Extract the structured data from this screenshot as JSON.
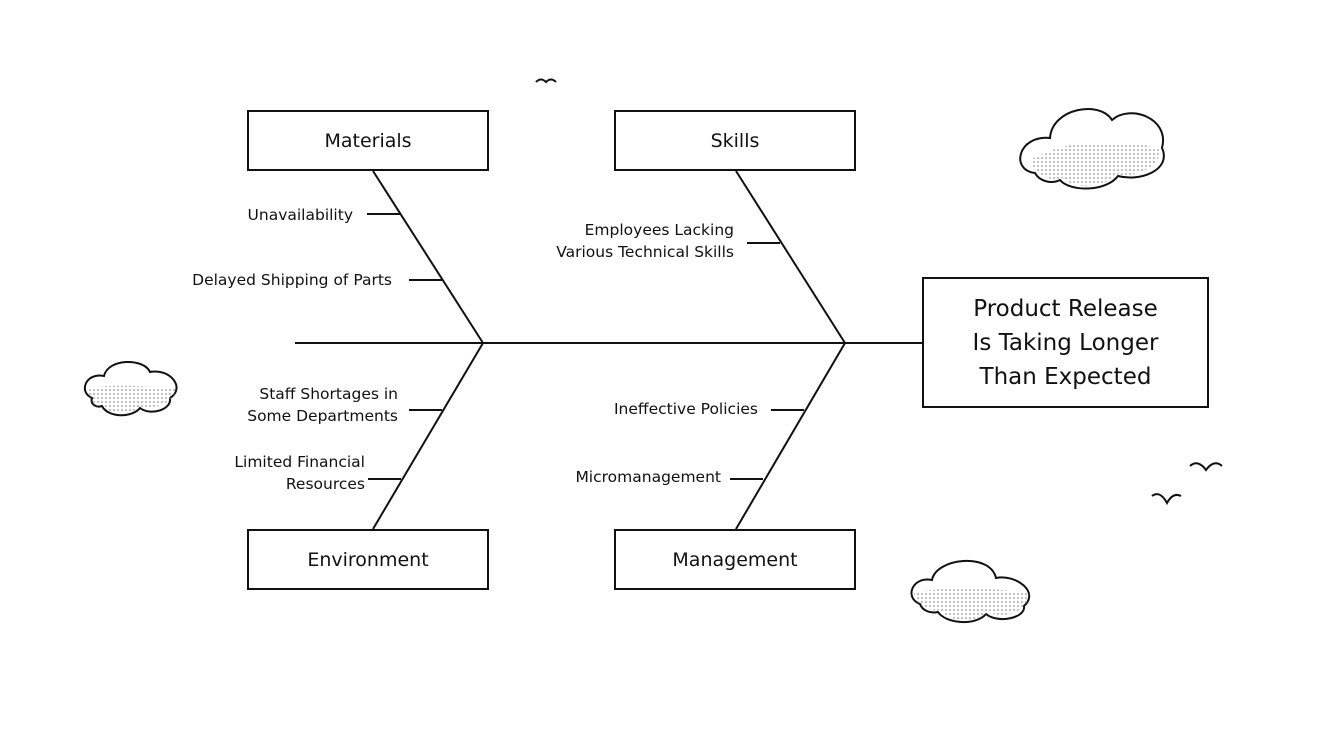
{
  "effect": "Product Release\nIs Taking Longer\n Than Expected",
  "categories": {
    "materials": "Materials",
    "skills": "Skills",
    "environment": "Environment",
    "management": "Management"
  },
  "causes": {
    "materials": [
      "Unavailability",
      "Delayed Shipping of Parts"
    ],
    "skills": [
      "Employees Lacking\nVarious Technical Skills"
    ],
    "environment": [
      "Staff Shortages in\nSome Departments",
      "Limited Financial\nResources"
    ],
    "management": [
      "Ineffective Policies",
      "Micromanagement"
    ]
  },
  "decorations": [
    "cloud-icon",
    "bird-icon"
  ],
  "colors": {
    "line": "#111111",
    "cloud_dots": "#888888"
  }
}
